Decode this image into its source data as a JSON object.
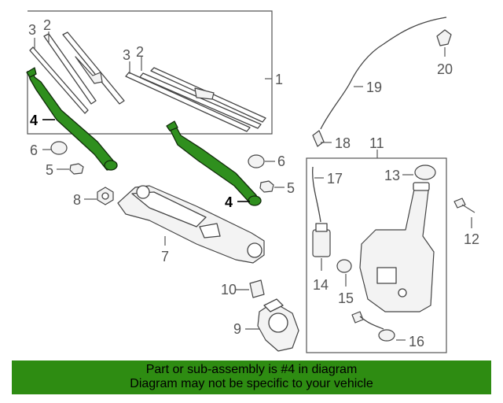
{
  "callouts": {
    "n1": "1",
    "n2a": "2",
    "n3a": "3",
    "n2b": "2",
    "n3b": "3",
    "n4a": "4",
    "n4b": "4",
    "n5a": "5",
    "n5b": "5",
    "n6a": "6",
    "n6b": "6",
    "n7": "7",
    "n8": "8",
    "n9": "9",
    "n10": "10",
    "n11": "11",
    "n12": "12",
    "n13": "13",
    "n14": "14",
    "n15": "15",
    "n16": "16",
    "n17": "17",
    "n18": "18",
    "n19": "19",
    "n20": "20"
  },
  "highlighted_part": "4",
  "colors": {
    "highlight": "#2f8f1e",
    "banner": "#2e8c12",
    "line": "#555555"
  },
  "banner": {
    "line1": "Part or sub-assembly is #4 in diagram",
    "line2": "Diagram may not be specific to your vehicle"
  }
}
